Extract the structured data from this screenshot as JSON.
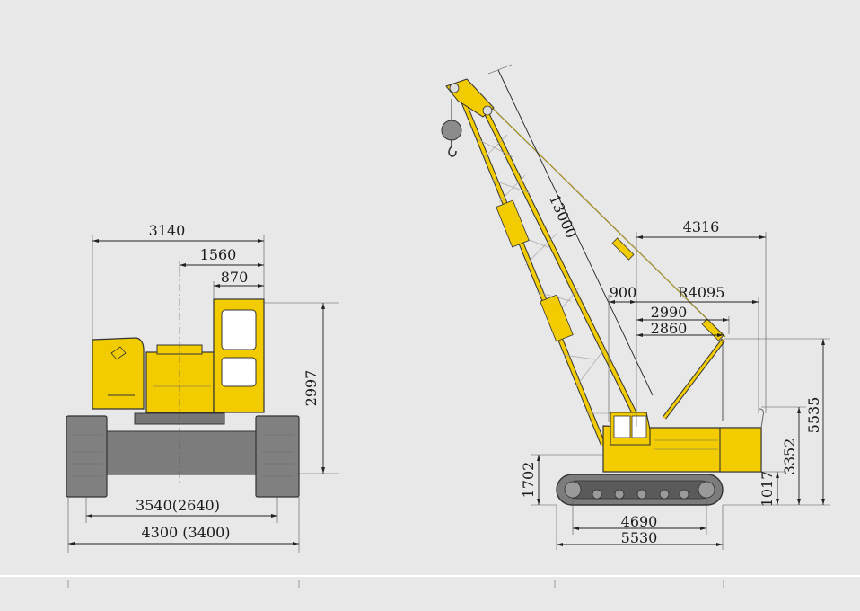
{
  "colors": {
    "background": "#e8e8e8",
    "machine_yellow": "#f3cc00",
    "track_gray": "#7c7c7c",
    "hook_gray": "#8c8c8c",
    "outline": "#333333"
  },
  "front_view": {
    "width_overall": "3140",
    "center_to_cab_edge": "1560",
    "cab_width": "870",
    "height_to_cab_top": "2997",
    "track_gauge": "3540(2640)",
    "track_overall_width": "4300 (3400)"
  },
  "side_view": {
    "boom_length": "13000",
    "tail_to_center": "4316",
    "offset_900": "900",
    "tail_swing_radius": "R4095",
    "dim_2990": "2990",
    "dim_2860": "2860",
    "overall_height": "5535",
    "counterweight_height": "3352",
    "ground_clearance": "1017",
    "pivot_height": "1702",
    "tumbler_distance": "4690",
    "track_length": "5530"
  }
}
